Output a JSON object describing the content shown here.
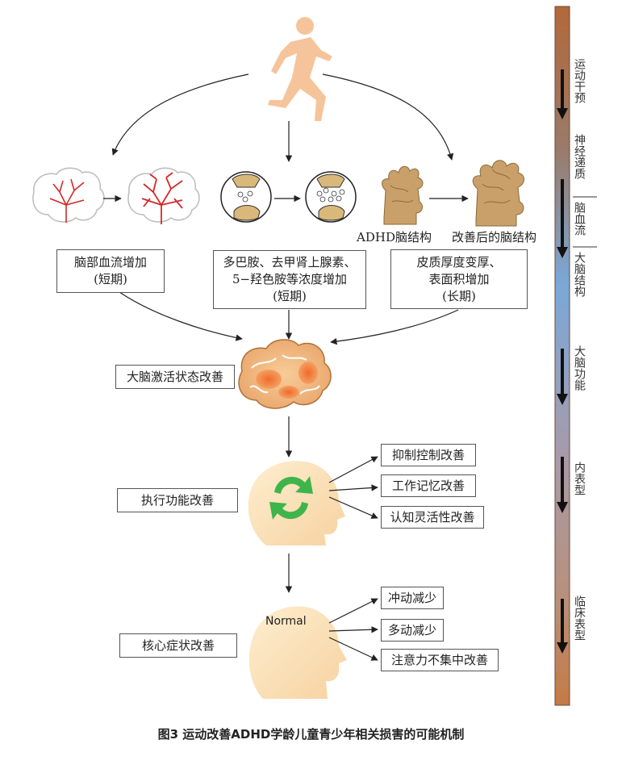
{
  "top": {
    "branches": {
      "blood_flow": {
        "line1": "脑部血流增加",
        "line2": "(短期)"
      },
      "neurotransmitter": {
        "line1": "多巴胺、去甲肾上腺素、",
        "line2": "5−羟色胺等浓度增加",
        "line3": "(短期)"
      },
      "structure": {
        "line1": "皮质厚度变厚、",
        "line2": "表面积增加",
        "line3": "(长期)"
      }
    },
    "adhd_label": "ADHD脑结构",
    "improved_label": "改善后的脑结构"
  },
  "middle": {
    "brain_activation": "大脑激活状态改善",
    "executive": "执行功能改善",
    "executive_items": [
      "抑制控制改善",
      "工作记忆改善",
      "认知灵活性改善"
    ],
    "core": "核心症状改善",
    "core_items": [
      "冲动减少",
      "多动减少",
      "注意力不集中改善"
    ],
    "normal_label": "Normal"
  },
  "sidebar": {
    "segments": [
      {
        "text": "运动干预"
      },
      {
        "text": "神经递质"
      },
      {
        "text": "脑血流"
      },
      {
        "text": "大脑结构"
      },
      {
        "text": "大脑功能"
      },
      {
        "text": "内表型"
      },
      {
        "text": "临床表型"
      }
    ]
  },
  "caption": "图3 运动改善ADHD学龄儿童青少年相关损害的可能机制",
  "colors": {
    "bar_top": "#b5683a",
    "bar_mid": "#7aa6d6",
    "bar_bottom": "#c07a48",
    "runner": "#f6c49a",
    "brain_orange": "#f2b070",
    "head_fill": "#fbe2c0",
    "vessels": "#d42a2a",
    "synapse": "#d9b87a",
    "cortex": "#c9a06a"
  }
}
